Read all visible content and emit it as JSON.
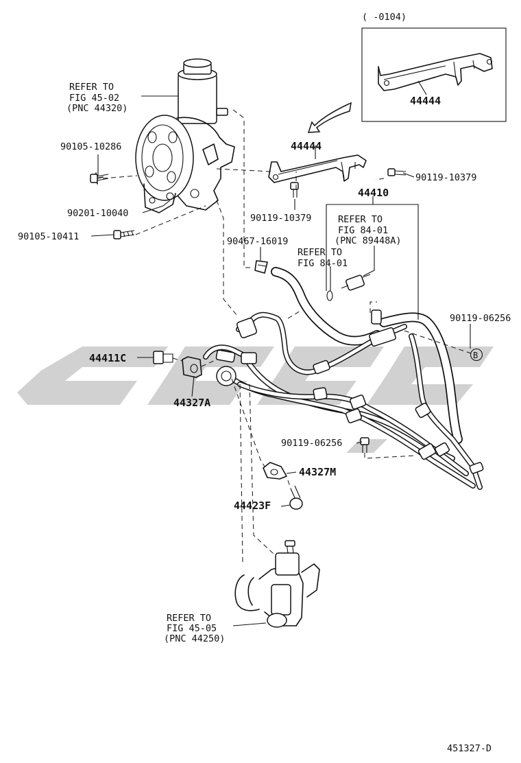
{
  "inset": {
    "range": "(      -0104)",
    "part": "44444"
  },
  "callouts": {
    "refer_pump": [
      "REFER TO",
      "FIG 45-02",
      "(PNC 44320)"
    ],
    "refer_switch": [
      "REFER TO",
      "FIG 84-01",
      "(PNC 89448A)"
    ],
    "refer_oring": [
      "REFER TO",
      "FIG 84-01"
    ],
    "refer_gear": [
      "REFER TO",
      "FIG 45-05",
      "(PNC 44250)"
    ]
  },
  "parts": {
    "p44444": "44444",
    "p90105_10286": "90105-10286",
    "p90201_10040": "90201-10040",
    "p90105_10411": "90105-10411",
    "p90119_10379_right": "90119-10379",
    "p90119_10379_bottom": "90119-10379",
    "p44410": "44410",
    "p90467_16019": "90467-16019",
    "p90119_06256_right": "90119-06256",
    "p44411C": "44411C",
    "p44327A": "44327A",
    "p90119_06256_mid": "90119-06256",
    "p44327M": "44327M",
    "p44423F": "44423F"
  },
  "marker_b": "B",
  "figure_id": "451327-D",
  "watermark_color": "#c8c8c8"
}
